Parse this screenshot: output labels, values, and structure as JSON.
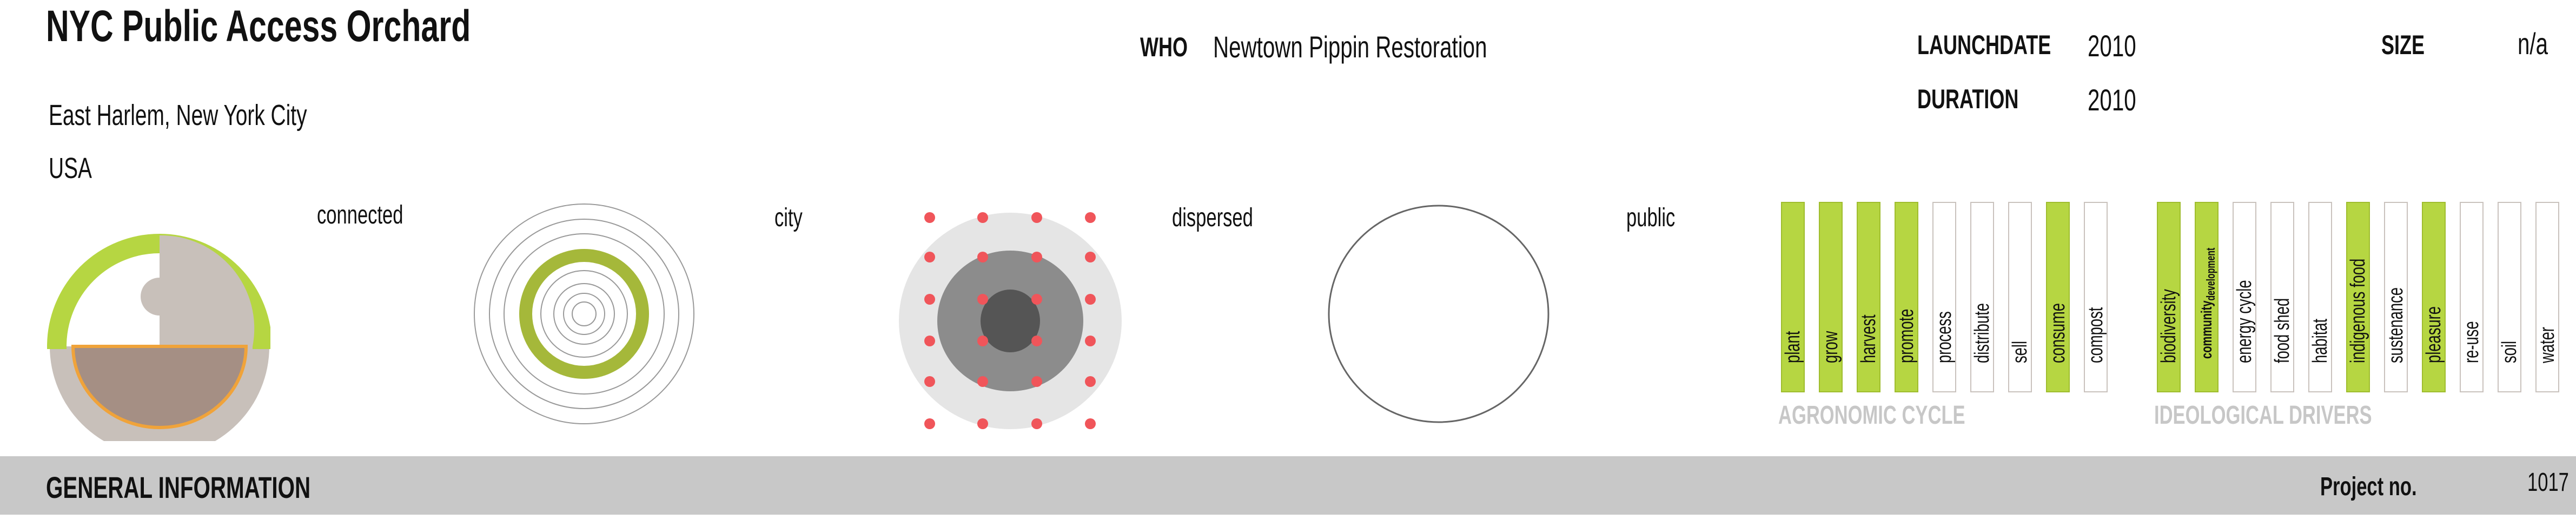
{
  "title": "NYC Public Access Orchard",
  "location": {
    "area": "East Harlem, New York City",
    "country": "USA"
  },
  "who": {
    "label": "WHO",
    "value": "Newtown Pippin Restoration"
  },
  "launch": {
    "label": "LAUNCHDATE",
    "value": "2010"
  },
  "duration": {
    "label": "DURATION",
    "value": "2010"
  },
  "size": {
    "label": "SIZE",
    "value": "n/a"
  },
  "diagram_captions": {
    "connected": "connected",
    "city": "city",
    "dispersed": "dispersed",
    "public": "public"
  },
  "agronomic": {
    "heading": "AGRONOMIC CYCLE",
    "items": [
      {
        "label": "plant",
        "active": true
      },
      {
        "label": "grow",
        "active": true
      },
      {
        "label": "harvest",
        "active": true
      },
      {
        "label": "promote",
        "active": true
      },
      {
        "label": "process",
        "active": false
      },
      {
        "label": "distribute",
        "active": false
      },
      {
        "label": "sell",
        "active": false
      },
      {
        "label": "consume",
        "active": true
      },
      {
        "label": "compost",
        "active": false
      }
    ]
  },
  "ideological": {
    "heading": "IDEOLOGICAL DRIVERS",
    "items": [
      {
        "label": "biodiversity",
        "active": true
      },
      {
        "label": "community",
        "sub": "development",
        "active": true
      },
      {
        "label": "energy cycle",
        "active": false
      },
      {
        "label": "food shed",
        "active": false
      },
      {
        "label": "habitat",
        "active": false
      },
      {
        "label": "indigenous food",
        "active": true
      },
      {
        "label": "sustenance",
        "active": false
      },
      {
        "label": "pleasure",
        "active": true
      },
      {
        "label": "re-use",
        "active": false
      },
      {
        "label": "soil",
        "active": false
      },
      {
        "label": "water",
        "active": false
      }
    ]
  },
  "footer": {
    "section": "GENERAL INFORMATION",
    "project_label": "Project no.",
    "project_no": "1017"
  },
  "colors": {
    "green": "#b6d642",
    "brown": "#a58f84",
    "orange": "#f0a33a",
    "gray": "#c8c8c8",
    "red": "#f0555a"
  }
}
